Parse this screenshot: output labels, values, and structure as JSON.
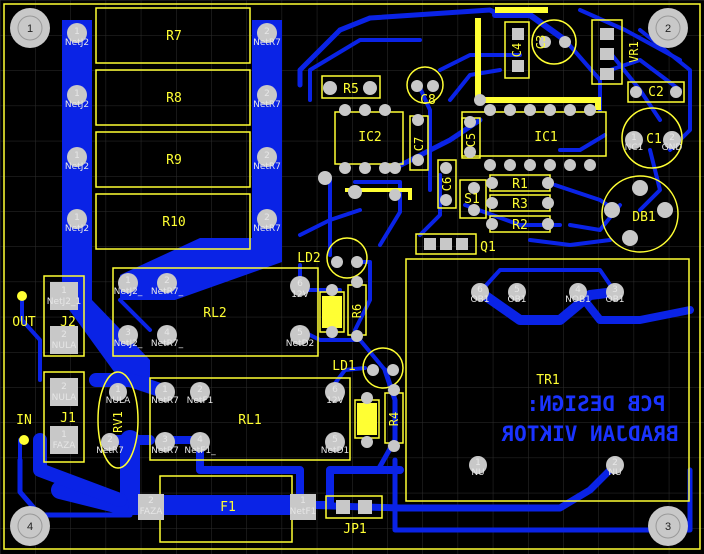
{
  "board": {
    "designer_credit": [
      "PCB DESIGN:",
      "BRADJAN VIKTOR"
    ],
    "corner_marks": [
      "1",
      "2",
      "3",
      "4"
    ],
    "colors": {
      "background": "#000000",
      "copper_bottom": "#0a23e6",
      "silkscreen": "#ffff33",
      "pad": "#c8c8c8",
      "hole": "#000000",
      "grid": "#333333"
    }
  },
  "components": {
    "R7": "R7",
    "R8": "R8",
    "R9": "R9",
    "R10": "R10",
    "RL2": "RL2",
    "RL1": "RL1",
    "F1": "F1",
    "J2": "J2",
    "J1": "J1",
    "RV1": "RV1",
    "LD2": "LD2",
    "LD1": "LD1",
    "D2": "D2",
    "D1": "D1",
    "R6": "R6",
    "R4": "R4",
    "R5": "R5",
    "IC2": "IC2",
    "IC1": "IC1",
    "C7": "C7",
    "C8": "C8",
    "C5": "C5",
    "C6": "C6",
    "C4": "C4",
    "C3": "C3",
    "VR1": "VR1",
    "C2": "C2",
    "C1": "C1",
    "DB1": "DB1",
    "S1": "S1",
    "R1": "R1",
    "R3": "R3",
    "R2": "R2",
    "Q1": "Q1",
    "TR1": "TR1",
    "JP1": "JP1",
    "OUT": "OUT",
    "IN": "IN"
  },
  "pads": {
    "r_left": [
      {
        "num": "1",
        "net": "NetJ2"
      },
      {
        "num": "1",
        "net": "NetJ2"
      },
      {
        "num": "1",
        "net": "NetJ2"
      },
      {
        "num": "1",
        "net": "NetJ2"
      }
    ],
    "r_right": [
      {
        "num": "2",
        "net": "NetR7"
      },
      {
        "num": "2",
        "net": "NetR7"
      },
      {
        "num": "2",
        "net": "NetR7"
      },
      {
        "num": "2",
        "net": "NetR7"
      }
    ],
    "rl2": [
      {
        "num": "1",
        "net": "NetJ2_"
      },
      {
        "num": "2",
        "net": "NetR7_"
      },
      {
        "num": "3",
        "net": "NetJ2_"
      },
      {
        "num": "4",
        "net": "NetR7_"
      },
      {
        "num": "6",
        "net": "12V"
      },
      {
        "num": "5",
        "net": "NetD2"
      }
    ],
    "rl1": [
      {
        "num": "1",
        "net": "NetR7"
      },
      {
        "num": "2",
        "net": "NetF1"
      },
      {
        "num": "3",
        "net": "NetR7"
      },
      {
        "num": "4",
        "net": "NetF1_"
      },
      {
        "num": "6",
        "net": "12V"
      },
      {
        "num": "5",
        "net": "NetD1"
      }
    ],
    "j2": [
      {
        "num": "1",
        "net": "NetJ2_1"
      },
      {
        "num": "2",
        "net": "NULA"
      }
    ],
    "j1": [
      {
        "num": "2",
        "net": "NULA"
      },
      {
        "num": "1",
        "net": "FAZA"
      }
    ],
    "rv1": [
      {
        "num": "1",
        "net": "NULA"
      },
      {
        "num": "2",
        "net": "NetR7"
      }
    ],
    "f1": [
      {
        "num": "2",
        "net": "FAZA"
      },
      {
        "num": "1",
        "net": "NetF1"
      }
    ],
    "tr1": [
      {
        "num": "6",
        "net": "OB1"
      },
      {
        "num": "5",
        "net": "OB1"
      },
      {
        "num": "4",
        "net": "NOB1"
      },
      {
        "num": "3",
        "net": "OB1"
      },
      {
        "num": "1",
        "net": "NU"
      },
      {
        "num": "2",
        "net": "NU"
      }
    ],
    "c1": [
      {
        "num": "1",
        "net": "NC1"
      },
      {
        "num": "2",
        "net": "GND"
      }
    ]
  }
}
